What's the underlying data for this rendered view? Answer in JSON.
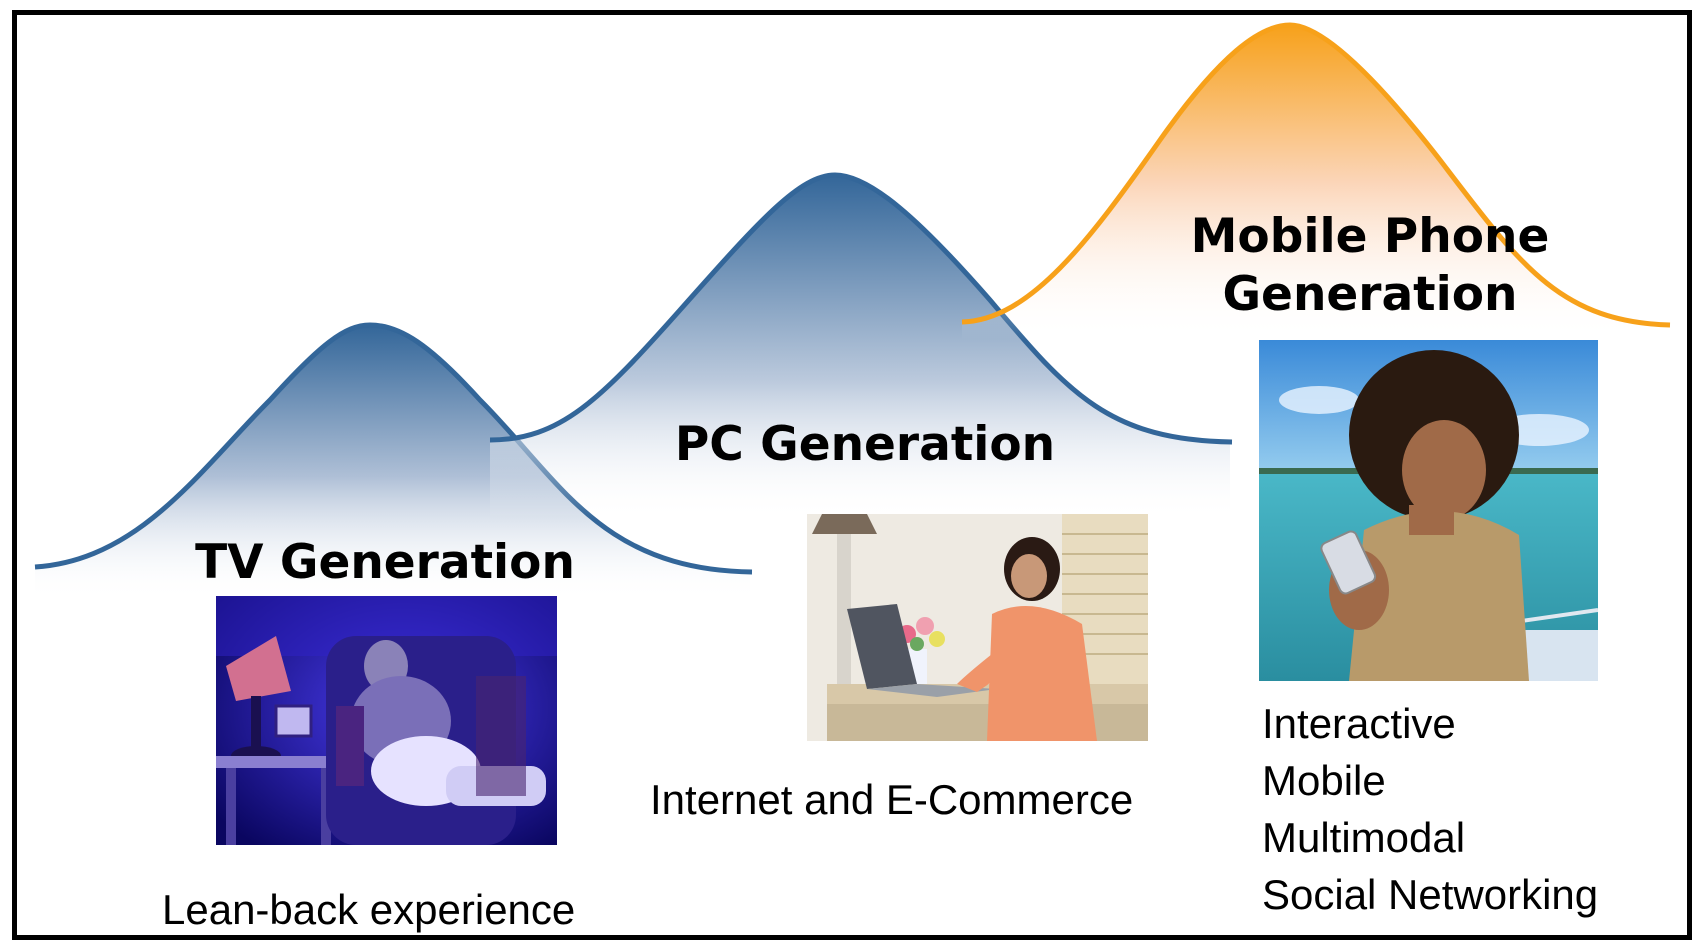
{
  "generations": [
    {
      "label": "TV Generation",
      "caption": "Lean-back experience"
    },
    {
      "label": "PC Generation",
      "caption": "Internet and E-Commerce"
    },
    {
      "label_lines": [
        "Mobile Phone",
        "Generation"
      ],
      "features": [
        "Interactive",
        "Mobile",
        "Multimodal",
        "Social Networking"
      ]
    }
  ],
  "colors": {
    "curve_blue": "#336699",
    "curve_orange": "#F7A11A",
    "frame": "#000000"
  },
  "images": [
    {
      "icon": "man-watching-tv-photo"
    },
    {
      "icon": "woman-at-laptop-photo"
    },
    {
      "icon": "man-with-mobile-phone-photo"
    }
  ]
}
